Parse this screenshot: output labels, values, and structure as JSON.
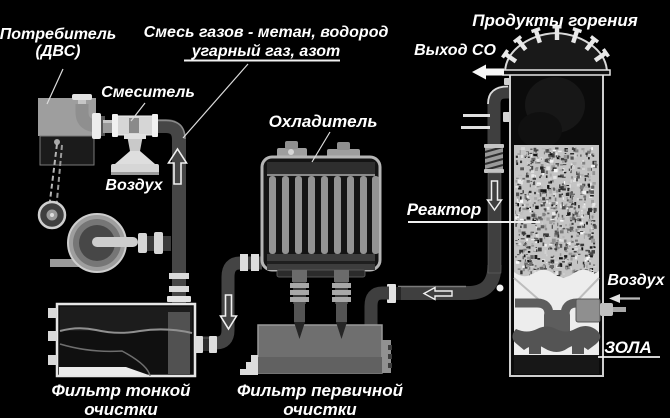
{
  "labels": {
    "consumer_line1": "Потребитель",
    "consumer_line2": "(ДВС)",
    "gas_mixture_line1": "Смесь газов - метан, водород",
    "gas_mixture_line2": "угарный газ, азот",
    "mixer": "Смеситель",
    "air_intake": "Воздух",
    "cooler": "Охладитель",
    "combustion_products": "Продукты горения",
    "co_outlet": "Выход СО",
    "reactor": "Реактор",
    "air_inlet": "Воздух",
    "ash": "ЗОЛА",
    "fine_filter_line1": "Фильтр тонкой",
    "fine_filter_line2": "очистки",
    "primary_filter_line1": "Фильтр первичной",
    "primary_filter_line2": "очистки"
  },
  "icons": {
    "flow_up_arrow": "outline-arrow-up",
    "flow_down_arrow_1": "outline-arrow-down",
    "flow_down_arrow_2": "outline-arrow-down",
    "flow_left_arrow": "outline-arrow-left",
    "co_outlet_arrow": "solid-arrow-left",
    "air_inlet_arrow": "solid-arrow-left"
  },
  "colors": {
    "background": "#000000",
    "label_text": "#ffffff",
    "leader_line": "#dcdcdc",
    "metal_light": "#cdcdcd",
    "metal_mid": "#8f8f8f",
    "pipe_dark": "#3f3f3f",
    "gravel": "#c4c4c4",
    "ash_zone": "#ededed"
  }
}
